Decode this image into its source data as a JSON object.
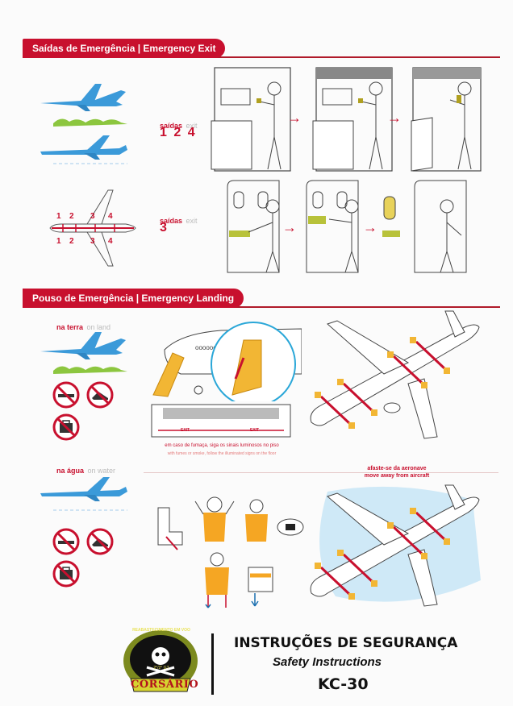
{
  "sections": {
    "exit": {
      "title": "Saídas de Emergência | Emergency Exit"
    },
    "landing": {
      "title": "Pouso de Emergência | Emergency Landing"
    }
  },
  "exits_group_1": {
    "label_pt": "saídas",
    "label_en": "exit",
    "numbers": "1 2 4"
  },
  "exits_group_2": {
    "label_pt": "saídas",
    "label_en": "exit",
    "numbers": "3"
  },
  "seat_map": {
    "top": [
      "1",
      "2",
      "3",
      "4"
    ],
    "bottom": [
      "1",
      "2",
      "3",
      "4"
    ]
  },
  "land": {
    "label_pt": "na terra",
    "label_en": "on land"
  },
  "water": {
    "label_pt": "na água",
    "label_en": "on water"
  },
  "smoke_note": {
    "pt": "em caso de fumaça, siga os sinais luminosos no piso",
    "en": "with fumes or smoke, follow the illuminated signs on the floor",
    "exit_sign": "EXIT"
  },
  "move_away": {
    "pt": "afaste-se da aeronave",
    "en": "move away from aircraft"
  },
  "footer": {
    "title_pt": "INSTRUÇÕES DE SEGURANÇA",
    "title_en": "Safety Instructions",
    "model": "KC-30",
    "logo_text": "CORSÁRIO",
    "logo_arc": "REABASTECIMENTO EM VOO",
    "logo_unit": "2°/2° GT"
  },
  "colors": {
    "brand_red": "#c8102e",
    "sky_blue": "#3b9ad9",
    "grass_green": "#8cc63f",
    "slide_yellow": "#f2b634",
    "vest_orange": "#f5a623"
  }
}
